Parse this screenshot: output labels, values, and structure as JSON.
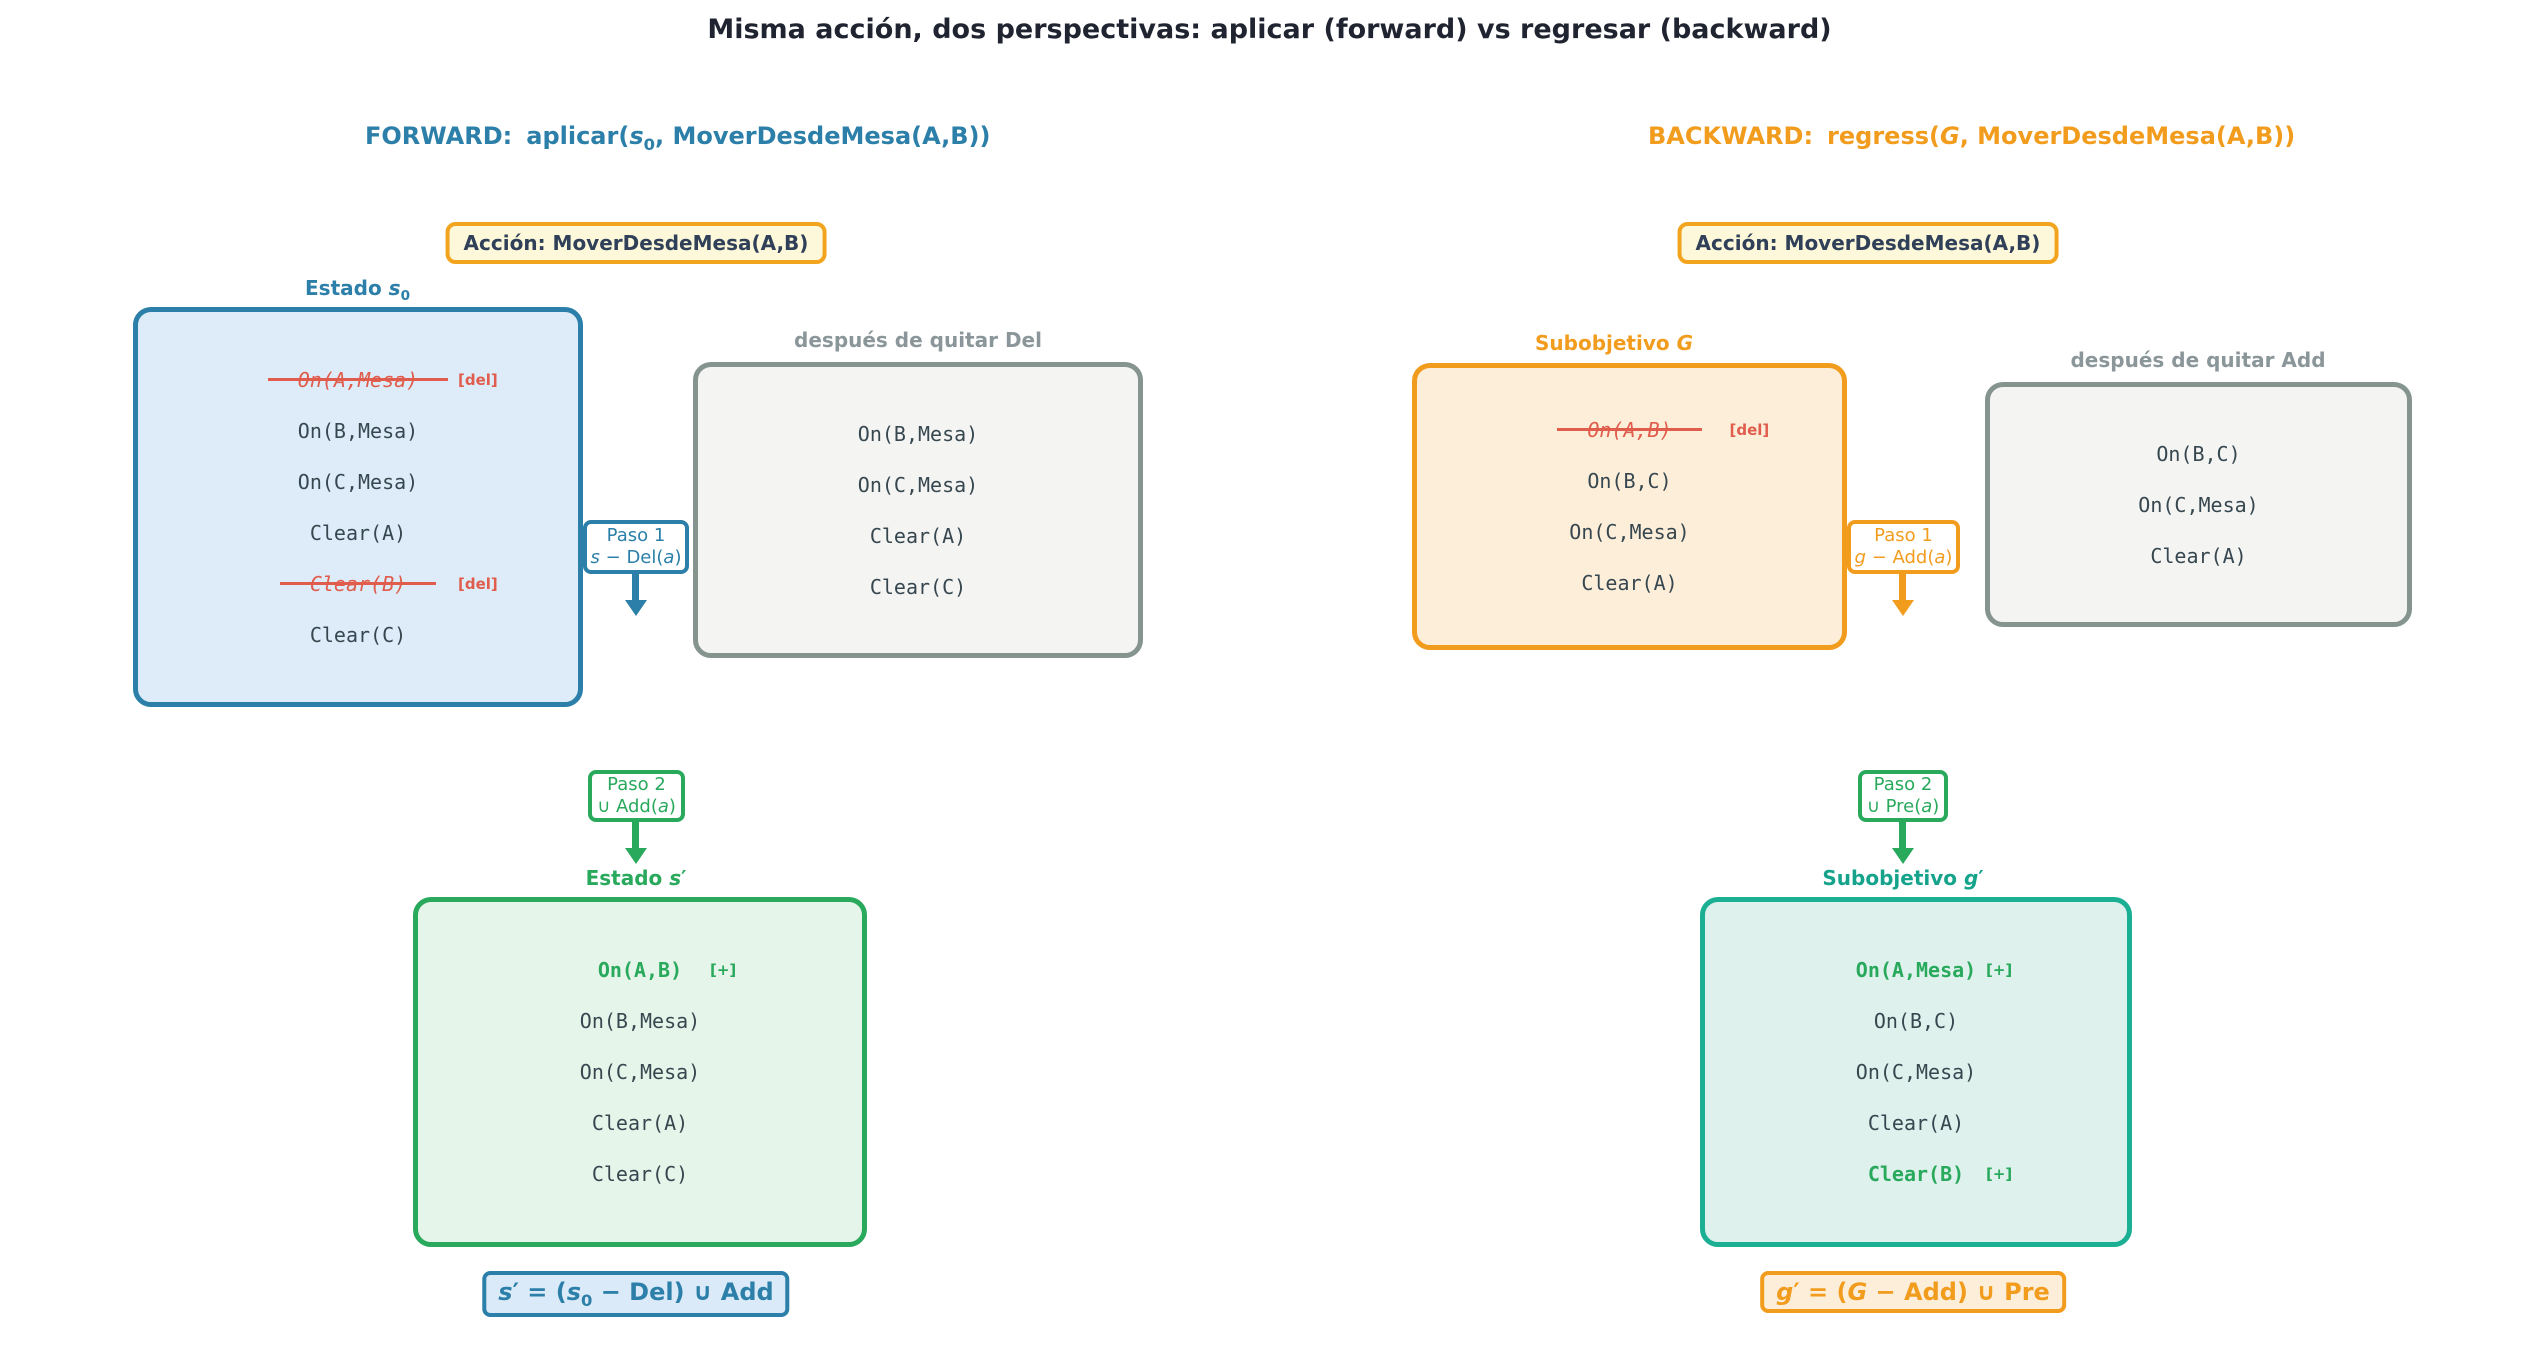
{
  "title": "Misma acción, dos perspectivas: aplicar (forward) vs regresar (backward)",
  "colors": {
    "blue": "#2b7fa8",
    "blue_fill": "#ddecf8",
    "orange": "#f29c1e",
    "orange_fill": "#fdeeda",
    "action_fill": "#fdf8da",
    "green": "#28a95c",
    "green_fill": "#e6f5ea",
    "teal": "#1bb094",
    "teal_fill": "#def1ed",
    "red_del": "#e05c4c",
    "gray": "#8a9699",
    "dark_text": "#37474f",
    "action_text": "#2f4058"
  },
  "forward": {
    "header": {
      "label": "FORWARD:",
      "fn": "aplicar(",
      "var": "s",
      "sub": "0",
      "rest": ", MoverDesdeMesa(A,B))"
    },
    "action_badge": "Acción: MoverDesdeMesa(A,B)",
    "state_label": {
      "word": "Estado",
      "var": "s",
      "sub": "0"
    },
    "s0_items": [
      {
        "text": "On(A,Mesa)",
        "tag": "[del]"
      },
      {
        "text": "On(B,Mesa)"
      },
      {
        "text": "On(C,Mesa)"
      },
      {
        "text": "Clear(A)"
      },
      {
        "text": "Clear(B)",
        "tag": "[del]"
      },
      {
        "text": "Clear(C)"
      }
    ],
    "after_title": "después de quitar Del",
    "after_items": [
      "On(B,Mesa)",
      "On(C,Mesa)",
      "Clear(A)",
      "Clear(C)"
    ],
    "paso1": {
      "title": "Paso 1",
      "var": "s",
      "op": " − Del(",
      "arg": "a",
      "close": ")"
    },
    "paso2": {
      "title": "Paso 2",
      "op": "∪ Add(",
      "arg": "a",
      "close": ")"
    },
    "result_label": {
      "word": "Estado",
      "var": "s",
      "prime": "′"
    },
    "result_items": [
      {
        "text": "On(A,B)",
        "tag": "[+]"
      },
      {
        "text": "On(B,Mesa)"
      },
      {
        "text": "On(C,Mesa)"
      },
      {
        "text": "Clear(A)"
      },
      {
        "text": "Clear(C)"
      }
    ],
    "formula": {
      "var": "s",
      "prime": "′",
      "eq": " = (",
      "var2": "s",
      "sub": "0",
      "rest": " − Del) ∪ Add"
    }
  },
  "backward": {
    "header": {
      "label": "BACKWARD:",
      "fn": "regress(",
      "var": "G",
      "rest": ", MoverDesdeMesa(A,B))"
    },
    "action_badge": "Acción: MoverDesdeMesa(A,B)",
    "goal_label": {
      "word": "Subobjetivo",
      "var": "G"
    },
    "g_items": [
      {
        "text": "On(A,B)",
        "tag": "[del]"
      },
      {
        "text": "On(B,C)"
      },
      {
        "text": "On(C,Mesa)"
      },
      {
        "text": "Clear(A)"
      }
    ],
    "after_title": "después de quitar Add",
    "after_items": [
      "On(B,C)",
      "On(C,Mesa)",
      "Clear(A)"
    ],
    "paso1": {
      "title": "Paso 1",
      "var": "g",
      "op": " − Add(",
      "arg": "a",
      "close": ")"
    },
    "paso2": {
      "title": "Paso 2",
      "op": "∪ Pre(",
      "arg": "a",
      "close": ")"
    },
    "result_label": {
      "word": "Subobjetivo",
      "var": "g",
      "prime": "′"
    },
    "result_items": [
      {
        "text": "On(A,Mesa)",
        "tag": "[+]"
      },
      {
        "text": "On(B,C)"
      },
      {
        "text": "On(C,Mesa)"
      },
      {
        "text": "Clear(A)"
      },
      {
        "text": "Clear(B)",
        "tag": "[+]"
      }
    ],
    "formula": {
      "var": "g",
      "prime": "′",
      "eq": " = (",
      "var2": "G",
      "rest": " − Add) ∪ Pre"
    }
  }
}
